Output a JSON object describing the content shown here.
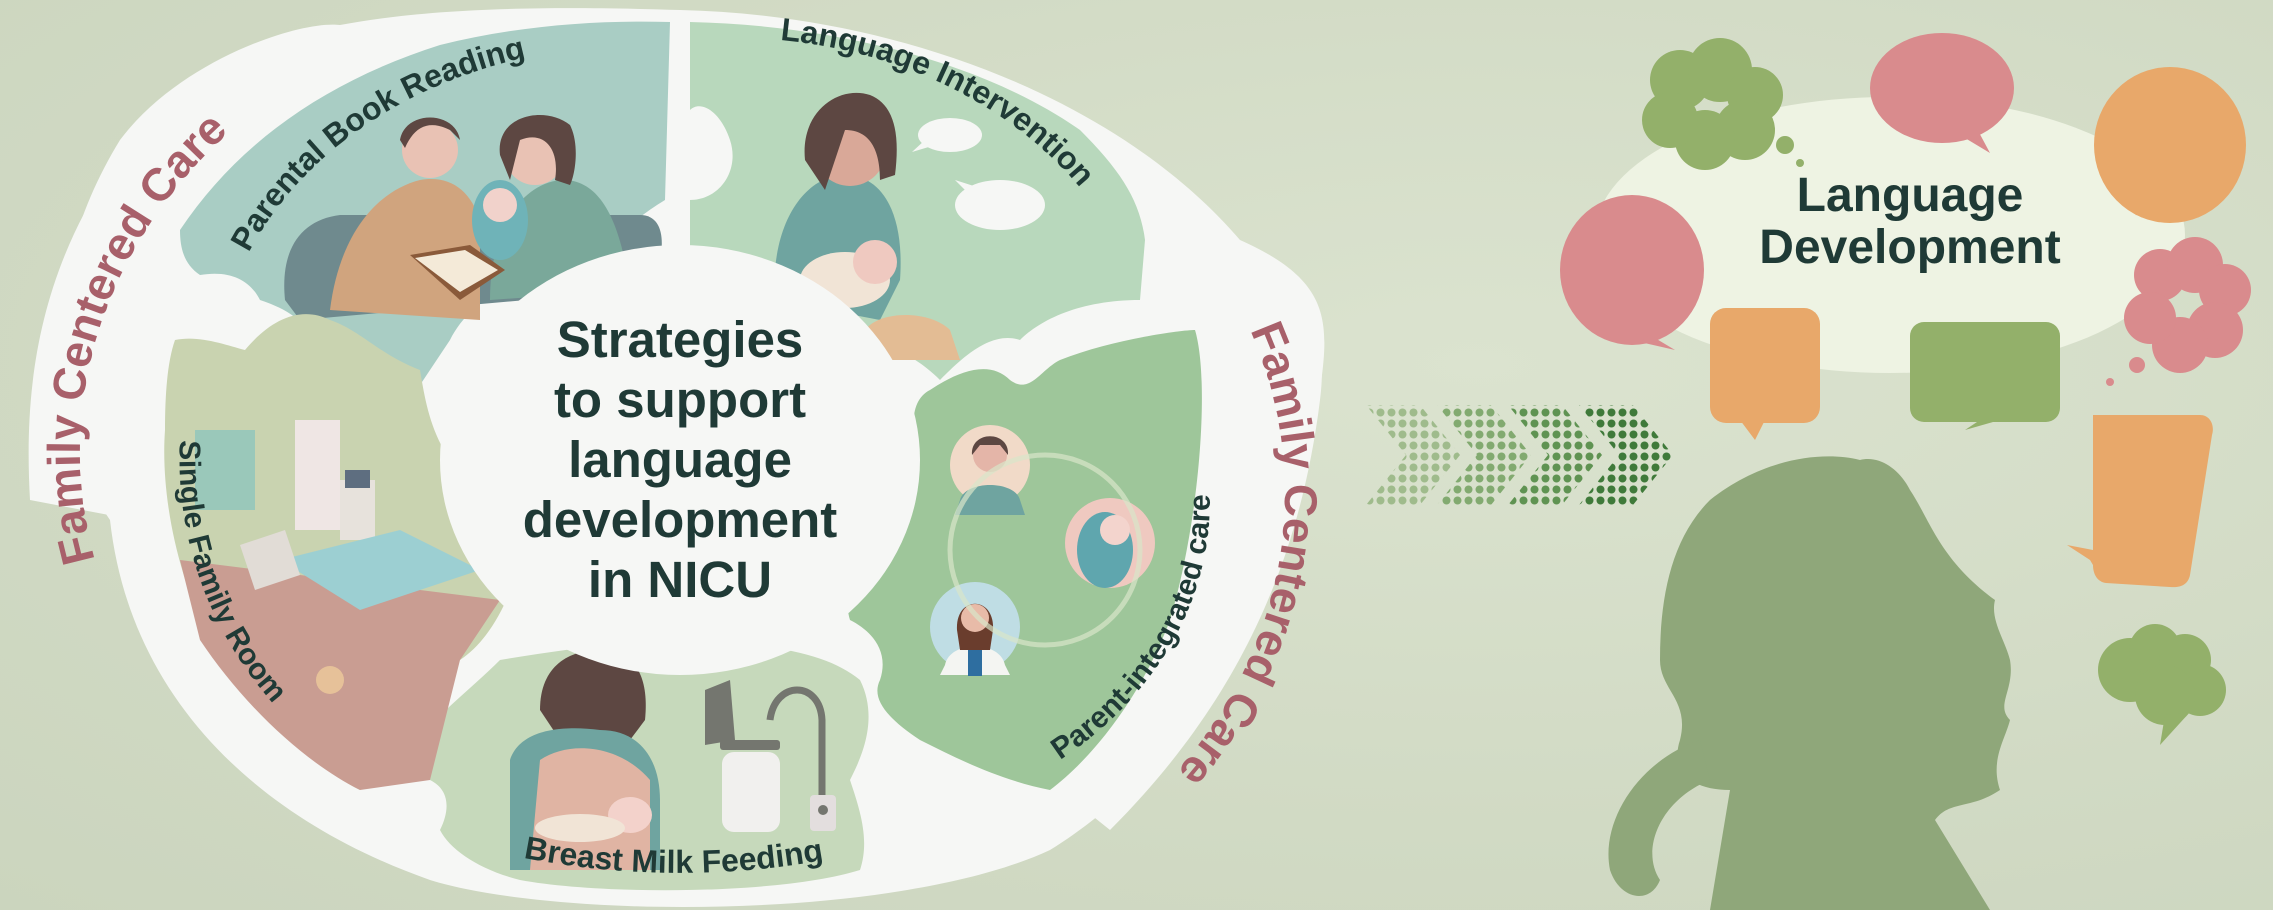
{
  "center": {
    "title_lines": [
      "Strategies",
      "to support",
      "language",
      "development",
      "in NICU"
    ]
  },
  "ring": {
    "label_left": "Family Centered Care",
    "label_right": "Family Centered Care",
    "label_color": "#a8606a"
  },
  "puzzle_pieces": [
    {
      "label": "Parental Book Reading",
      "color": "#a9cdc4"
    },
    {
      "label": "Language Intervention",
      "color": "#b8d8bc"
    },
    {
      "label": "Parent-integrated care",
      "color": "#9ec69a"
    },
    {
      "label": "Breast Milk Feeding",
      "color": "#c6d9bb"
    },
    {
      "label": "Single Family Room",
      "color": "#c9d3b0"
    }
  ],
  "arrows": {
    "count": 4,
    "colors": [
      "#9fbb8c",
      "#82aa70",
      "#5f9352",
      "#3f7a3a"
    ]
  },
  "outcome": {
    "title_lines": [
      "Language",
      "Development"
    ]
  },
  "colors": {
    "background": "#d3dcc6",
    "text_dark": "#1f3a36",
    "bubble_pink": "#d98b8d",
    "bubble_orange": "#e8a86a",
    "bubble_green": "#93b06a",
    "silhouette": "#8fa77a"
  }
}
